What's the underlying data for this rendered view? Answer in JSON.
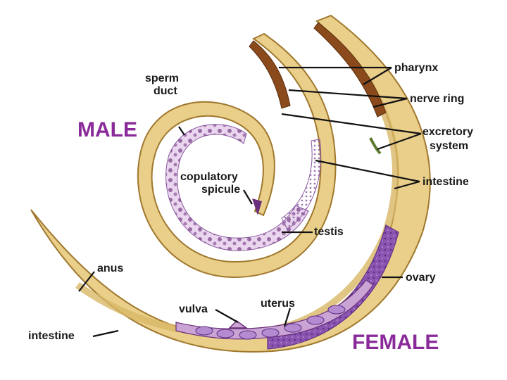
{
  "diagram": {
    "titles": {
      "male": "MALE",
      "female": "FEMALE"
    },
    "labels": {
      "sperm_duct_1": "sperm",
      "sperm_duct_2": "duct",
      "copulatory_spicule_1": "copulatory",
      "copulatory_spicule_2": "spicule",
      "testis": "testis",
      "pharynx": "pharynx",
      "nerve_ring": "nerve ring",
      "excretory_system_1": "excretory",
      "excretory_system_2": "system",
      "intestine_right": "intestine",
      "ovary": "ovary",
      "uterus": "uterus",
      "vulva": "vulva",
      "anus": "anus",
      "intestine_left": "intestine"
    },
    "colors": {
      "title": "#8a2a9a",
      "body_tan": "#e9cf8a",
      "body_outline": "#a0782e",
      "male_repro": "#ead6ee",
      "cells": "#6a2f7a",
      "ovary_purple": "#8a55b0",
      "pharynx_brown": "#8a4a1c"
    }
  }
}
